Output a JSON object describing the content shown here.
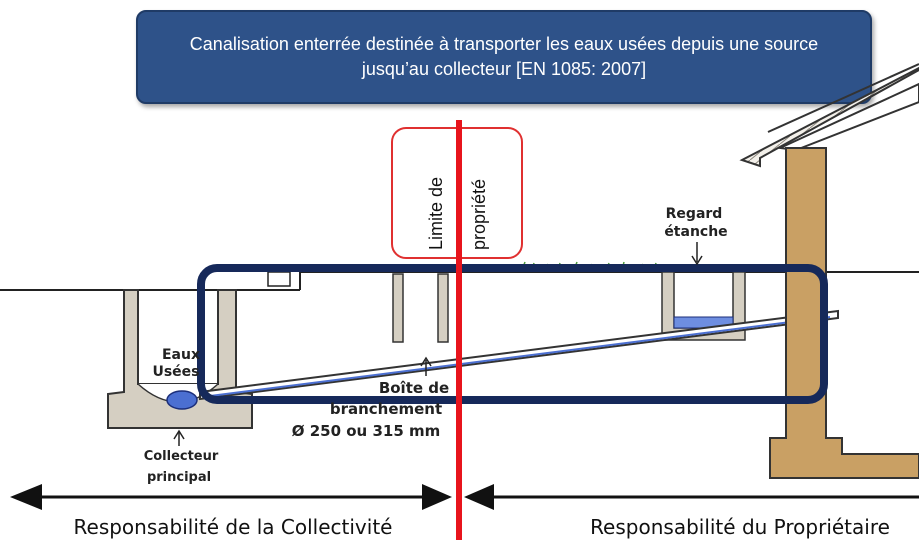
{
  "banner": {
    "line1": "Canalisation enterrée destinée à transporter les eaux usées depuis une source",
    "line2": "jusqu’au collecteur [EN 1085: 2007]"
  },
  "labels": {
    "limite_line1": "Limite de",
    "limite_line2": "propriété",
    "regard_line1": "Regard",
    "regard_line2": "étanche",
    "eaux_line1": "Eaux",
    "eaux_line2": "Usées",
    "boite_line1": "Boîte de",
    "boite_line2": "branchement",
    "boite_line3": "Ø 250 ou 315 mm",
    "collecteur_line1": "Collecteur",
    "collecteur_line2": "principal",
    "resp_collectivite": "Responsabilité de la Collectivité",
    "resp_proprietaire": "Responsabilité du Propriétaire"
  },
  "colors": {
    "banner": "#2e5289",
    "highlight_frame": "#16295a",
    "limit_line": "#e8141c",
    "water": "#4b6fd1",
    "concrete": "#d5cfc2",
    "wood": "#c9a064"
  }
}
